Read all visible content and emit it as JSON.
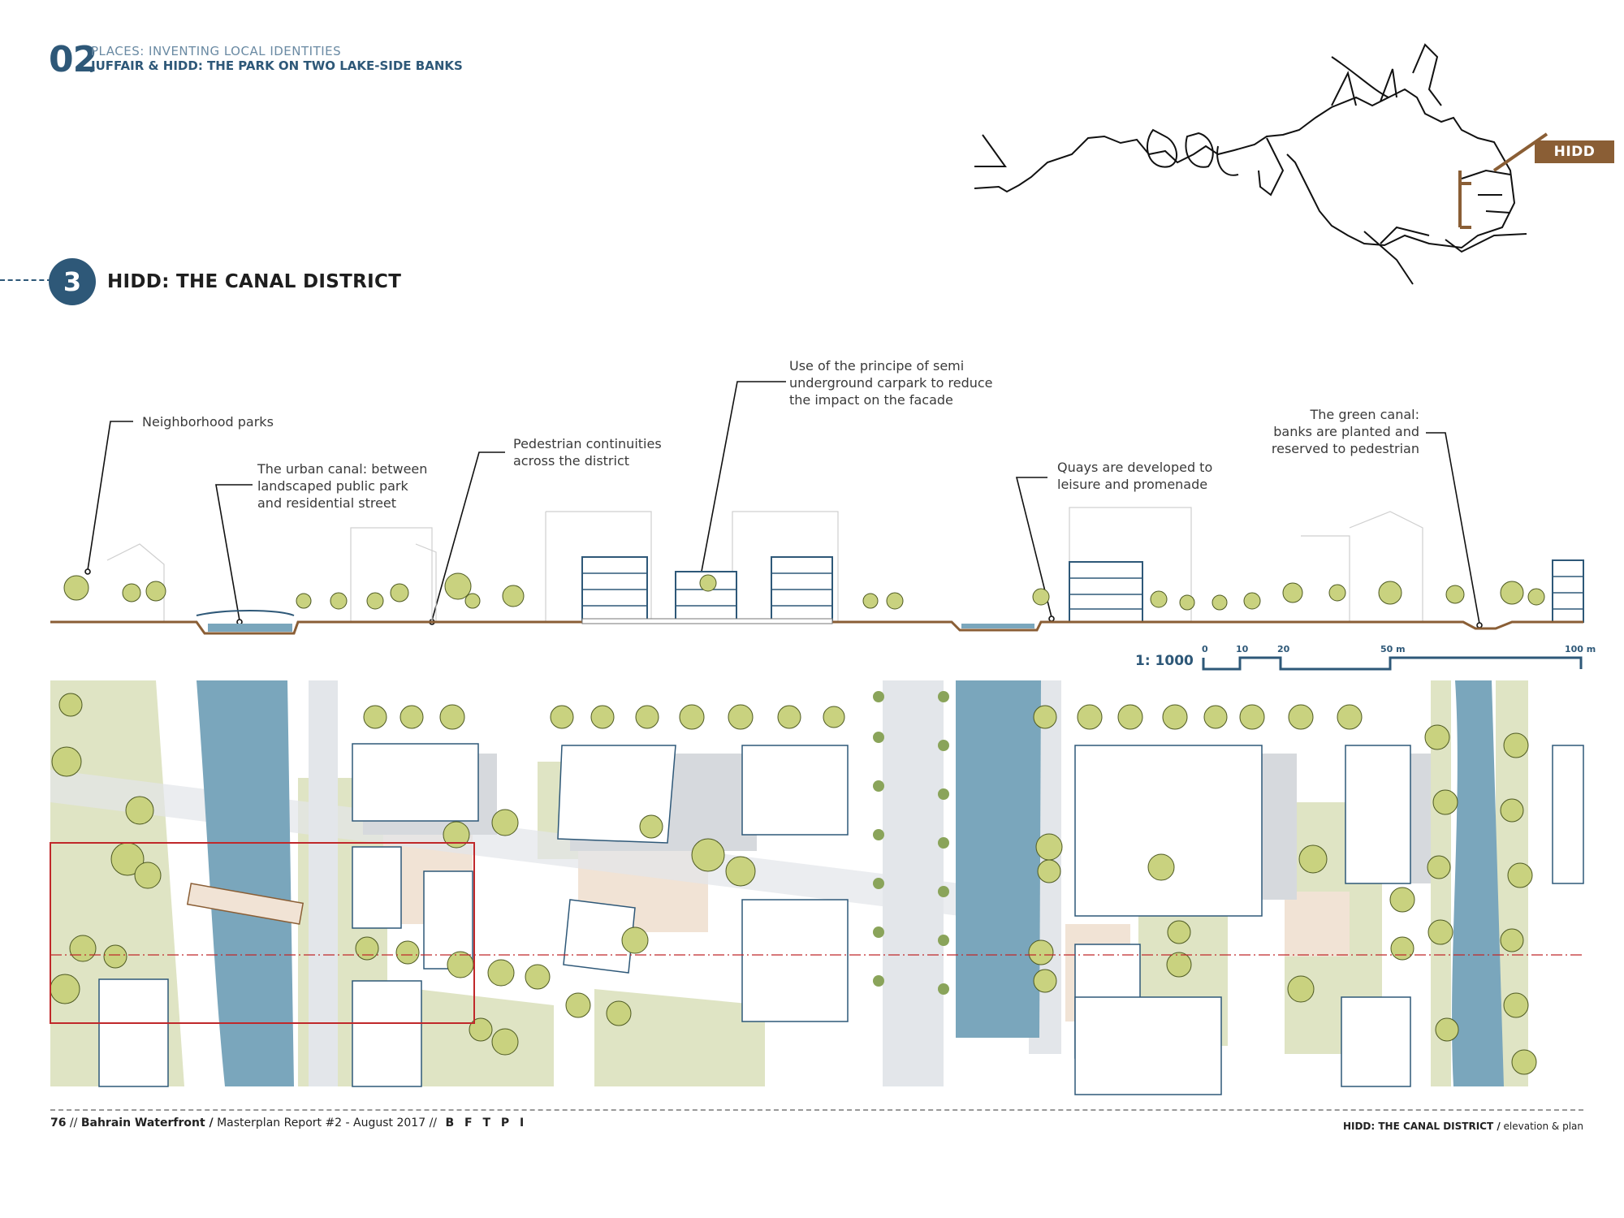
{
  "header": {
    "section_number": "02",
    "section_subtitle": "PLACES: INVENTING LOCAL IDENTITIES",
    "section_title": "JUFFAIR & HIDD: THE PARK ON  TWO LAKE-SIDE BANKS"
  },
  "district": {
    "number": "3",
    "title": "HIDD: THE CANAL DISTRICT"
  },
  "map": {
    "tag": "HIDD",
    "accent_color": "#8a5e35"
  },
  "annotations": {
    "neighborhood_parks": "Neighborhood parks",
    "urban_canal": "The urban canal:  between\nlandscaped public park\nand residential street",
    "pedestrian": "Pedestrian continuities\nacross the district",
    "carpark": "Use of the principe of semi\nunderground carpark to reduce\nthe impact on the facade",
    "quays": "Quays are developed to\nleisure and promenade",
    "green_canal": "The green canal:\nbanks are planted and\nreserved to pedestrian"
  },
  "scale": {
    "ratio": "1: 1000",
    "ticks": [
      "0",
      "10",
      "20",
      "50 m",
      "100 m"
    ]
  },
  "footer": {
    "page": "76",
    "sep1": " //",
    "report_name": "Bahrain Waterfront /",
    "report_detail": " Masterplan Report #2 - August 2017",
    "sep2": "  //",
    "brand": "B F T P I",
    "right_title": "HIDD: THE CANAL DISTRICT /",
    "right_detail": " elevation & plan"
  },
  "colors": {
    "primary": "#2e5878",
    "water": "#7aa6bc",
    "green": "#dfe4c4",
    "tree": "#c9d27f",
    "highlight": "#c0282a"
  }
}
